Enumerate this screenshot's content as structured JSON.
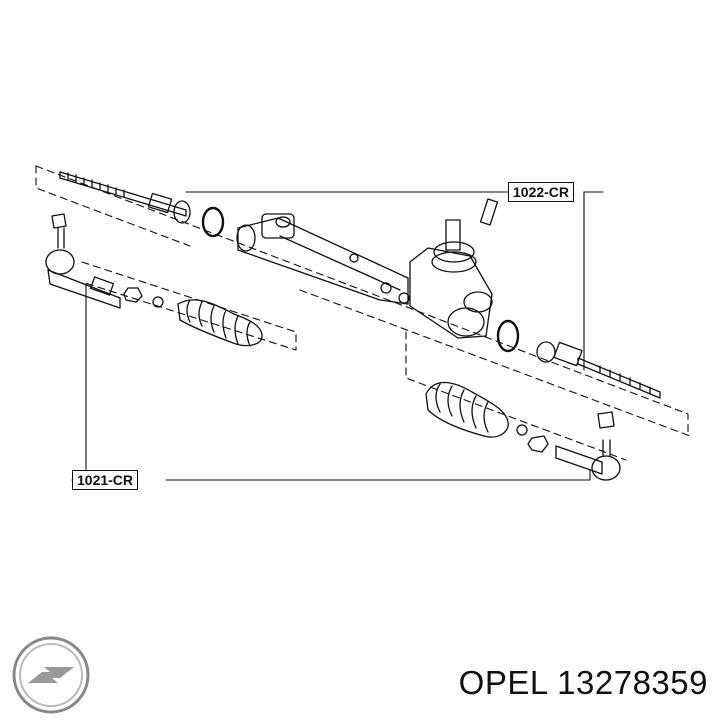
{
  "diagram": {
    "callouts": [
      {
        "id": "part-1022",
        "label": "1022-CR"
      },
      {
        "id": "part-1021",
        "label": "1021-CR"
      }
    ]
  },
  "caption": {
    "brand": "OPEL",
    "part_number": "13278359"
  },
  "logo": {
    "icon": "opel-blitz-logo-icon"
  },
  "colors": {
    "line": "#111111",
    "background": "#ffffff"
  }
}
